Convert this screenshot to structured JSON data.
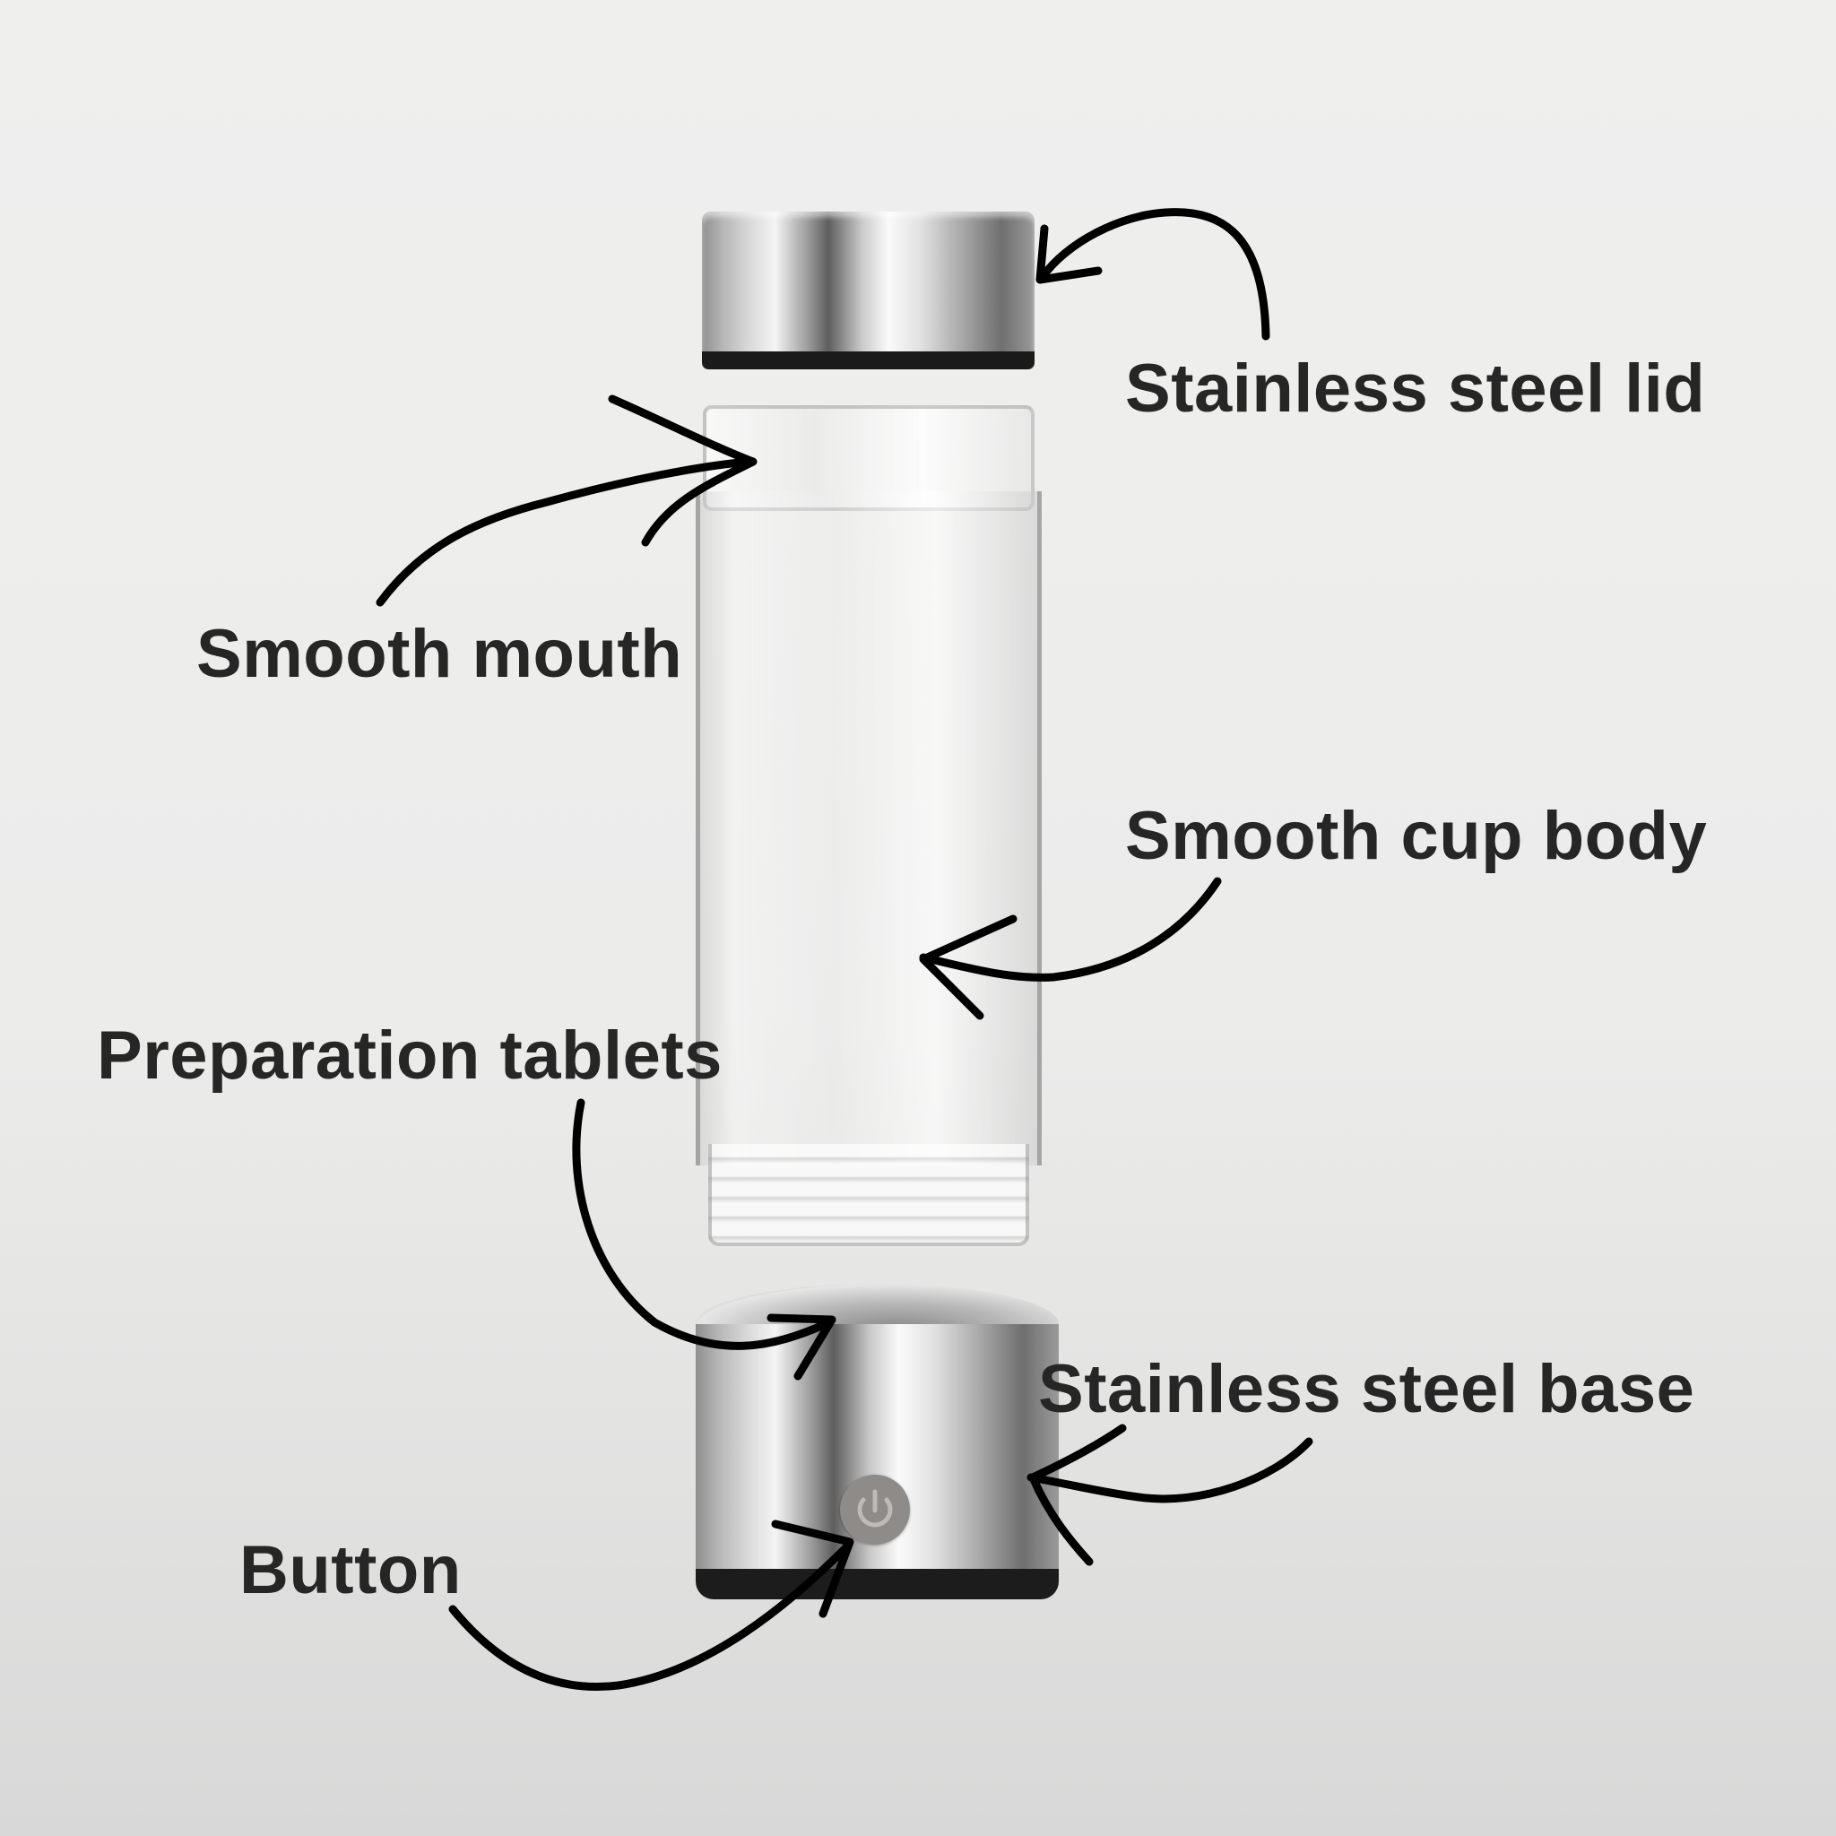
{
  "product": {
    "name": "Glass water bottle with stainless steel lid and base",
    "parts": [
      "lid",
      "glass body",
      "base"
    ]
  },
  "labels": {
    "lid": "Stainless steel lid",
    "mouth": "Smooth mouth",
    "body": "Smooth cup body",
    "tablets": "Preparation tablets",
    "base": "Stainless steel base",
    "button": "Button"
  },
  "icons": {
    "power": "power-icon"
  },
  "colors": {
    "background": "#eeeeee",
    "text": "#262626",
    "arrow": "#000000",
    "steel_highlight": "#f4f4f4",
    "steel_shadow": "#5e5e5e"
  }
}
